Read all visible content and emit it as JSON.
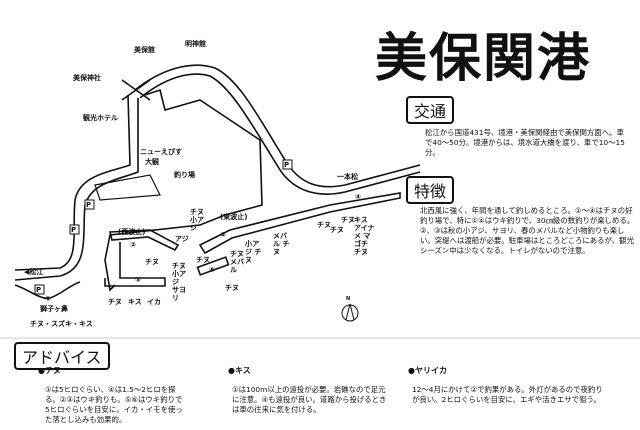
{
  "title": "美保関港",
  "map": {
    "places": {
      "mihokan": "美保館",
      "myojinkan": "明神館",
      "miho_shrine": "美保神社",
      "kanko_hotel": "観光ホテル",
      "new_ebisu": "ニューえびす",
      "taikan": "大観",
      "fishing_spot": "釣り場",
      "ippon_matsu": "一本松",
      "matsue": "◀松江",
      "shishigahana": "獅子ヶ鼻",
      "nishi_hatoba": "(西波止)",
      "higashi_hatoba": "(東波止)",
      "north": "N",
      "parking": "P"
    },
    "points": [
      "①",
      "②",
      "③",
      "④",
      "⑤",
      "⑥"
    ],
    "fish_labels": {
      "p1": "チヌ・スズキ・キス",
      "p2": "チヌ",
      "p2_tip": "アジ",
      "p2_tip2": "チヌ 小アジ サヨリ",
      "p3_left": "チヌ 小アジ",
      "p3_tip": "チヌ",
      "p3_a": "チヌ メバル",
      "p3_b": "小アジ チヌ",
      "p3_c": "メバル チヌ",
      "p4_a": "チヌ",
      "p4_b": "チヌ",
      "p4_c": "チヌ",
      "p4_d": "キス アイナメ マゴチ チヌ",
      "p5_a": "チヌ",
      "p5_b": "キス",
      "p5_c": "イカ",
      "p6": "チヌ"
    }
  },
  "sections": {
    "access": {
      "heading": "交通",
      "text": "松江から国道431号、境港・美保関経由で美保関方面へ。車で40〜50分。境港からは、境水道大橋を渡り、車で10〜15分。"
    },
    "features": {
      "heading": "特徴",
      "text": "北西風に強く、年間を通して釣しめるところ。①〜④はチヌの好釣り場で、特に①④はウキ釣りで、30㎝級の数釣りが楽しめる。②、③は秋の小アジ、サヨリ、春のメバルなど小物釣りも楽しい。突堤へは渡船が必要。駐車場はところどころにあるが、観光シーズン中は少なくなる。トイレがないので注意。"
    }
  },
  "advice": {
    "heading": "アドバイス",
    "items": [
      {
        "title": "●チヌ",
        "text": "①は5ヒロぐらい、④は1.5〜2ヒロを探る。②③はウキ釣りも。⑤⑥はウキ釣りで5ヒロぐらいを目安に。イカ・イモを使った落とし込みも効果的。"
      },
      {
        "title": "●キス",
        "text": "①は100m以上の遠投が必要。岩礁なので足元に注意。④も遠投が良い。道路から投げるときは車の往来に気を付ける。"
      },
      {
        "title": "●ヤリイカ",
        "text": "12〜4月にかけて②で釣果がある。外灯があるので夜釣りが良い。2ヒロぐらいを目安に、エギや活きエサで狙う。"
      }
    ]
  }
}
